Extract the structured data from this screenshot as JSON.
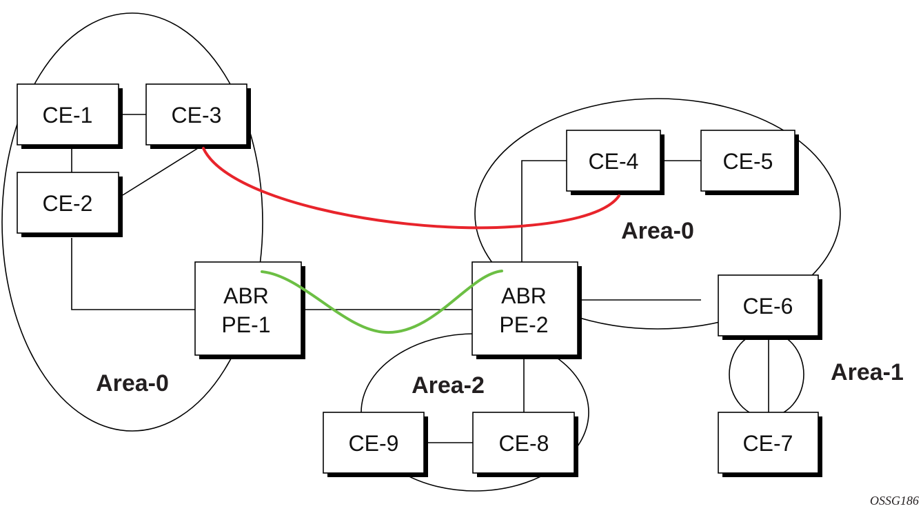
{
  "diagram": {
    "type": "network-topology",
    "figure_id": "OSSG186",
    "nodes": [
      {
        "id": "CE-1",
        "label": [
          "CE-1"
        ]
      },
      {
        "id": "CE-2",
        "label": [
          "CE-2"
        ]
      },
      {
        "id": "CE-3",
        "label": [
          "CE-3"
        ]
      },
      {
        "id": "PE-1",
        "label": [
          "ABR",
          "PE-1"
        ]
      },
      {
        "id": "PE-2",
        "label": [
          "ABR",
          "PE-2"
        ]
      },
      {
        "id": "CE-4",
        "label": [
          "CE-4"
        ]
      },
      {
        "id": "CE-5",
        "label": [
          "CE-5"
        ]
      },
      {
        "id": "CE-6",
        "label": [
          "CE-6"
        ]
      },
      {
        "id": "CE-7",
        "label": [
          "CE-7"
        ]
      },
      {
        "id": "CE-8",
        "label": [
          "CE-8"
        ]
      },
      {
        "id": "CE-9",
        "label": [
          "CE-9"
        ]
      }
    ],
    "areas": [
      {
        "id": "area-0-left",
        "label": "Area-0",
        "members": [
          "CE-1",
          "CE-2",
          "CE-3",
          "PE-1"
        ]
      },
      {
        "id": "area-0-right",
        "label": "Area-0",
        "members": [
          "PE-2",
          "CE-4",
          "CE-5",
          "CE-6"
        ]
      },
      {
        "id": "area-1",
        "label": "Area-1",
        "members": [
          "CE-6",
          "CE-7"
        ]
      },
      {
        "id": "area-2",
        "label": "Area-2",
        "members": [
          "PE-2",
          "CE-8",
          "CE-9"
        ]
      }
    ],
    "links": [
      {
        "from": "CE-1",
        "to": "CE-3"
      },
      {
        "from": "CE-1",
        "to": "CE-2"
      },
      {
        "from": "CE-2",
        "to": "CE-3"
      },
      {
        "from": "CE-2",
        "to": "PE-1"
      },
      {
        "from": "PE-1",
        "to": "PE-2"
      },
      {
        "from": "PE-2",
        "to": "CE-4"
      },
      {
        "from": "CE-4",
        "to": "CE-5"
      },
      {
        "from": "PE-2",
        "to": "CE-6"
      },
      {
        "from": "PE-2",
        "to": "CE-8"
      },
      {
        "from": "CE-8",
        "to": "CE-9"
      },
      {
        "from": "CE-6",
        "to": "CE-7"
      }
    ],
    "overlays": [
      {
        "id": "red-path",
        "from": "CE-3",
        "to": "CE-4",
        "color": "#e8242b"
      },
      {
        "id": "green-path",
        "from": "PE-1",
        "to": "PE-2",
        "color": "#6cbf44"
      }
    ]
  },
  "labels": {
    "CE-1": "CE-1",
    "CE-2": "CE-2",
    "CE-3": "CE-3",
    "CE-4": "CE-4",
    "CE-5": "CE-5",
    "CE-6": "CE-6",
    "CE-7": "CE-7",
    "CE-8": "CE-8",
    "CE-9": "CE-9",
    "PE-1": {
      "line1": "ABR",
      "line2": "PE-1"
    },
    "PE-2": {
      "line1": "ABR",
      "line2": "PE-2"
    },
    "area_left": "Area-0",
    "area_right": "Area-0",
    "area_1": "Area-1",
    "area_2": "Area-2",
    "figure_id": "OSSG186"
  },
  "colors": {
    "red_path": "#e8242b",
    "green_path": "#6cbf44"
  }
}
